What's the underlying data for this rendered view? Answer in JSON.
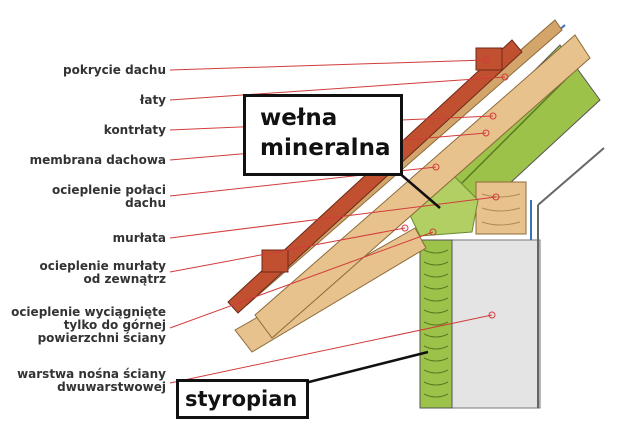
{
  "labels": [
    {
      "text": "pokrycie dachu"
    },
    {
      "text": "łaty"
    },
    {
      "text": "kontrłaty"
    },
    {
      "text": "membrana dachowa"
    },
    {
      "text": "ocieplenie połaci\ndachu"
    },
    {
      "text": "murłata"
    },
    {
      "text": "ocieplenie murłaty\nod zewnątrz"
    },
    {
      "text": "ocieplenie wyciągnięte\ntylko do górnej\npowierzchni ściany"
    },
    {
      "text": "warstwa nośna ściany\ndwuwarstwowej"
    }
  ],
  "callouts": {
    "welna": "wełna\nmineralna",
    "styropian": "styropian"
  },
  "colors": {
    "roof_tile": "#c0502f",
    "wood": "#e8c28d",
    "insulation": "#9cc24a",
    "wall": "#e4e4e4",
    "leader": "#d23c3c"
  }
}
